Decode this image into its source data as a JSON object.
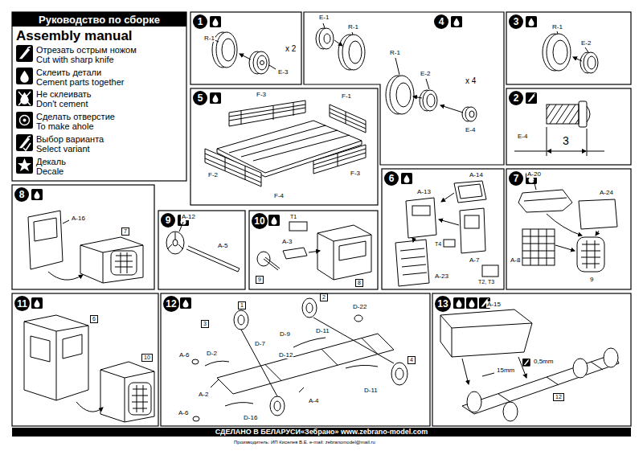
{
  "diagram": {
    "title": "Assembly manual",
    "nodes": [
      {
        "text": [
          "Руководство по сборке"
        ]
      },
      {
        "text": [
          "1"
        ]
      },
      {
        "text": [
          "4"
        ]
      },
      {
        "text": [
          "3"
        ]
      },
      {
        "text": [
          "5"
        ]
      },
      {
        "text": [
          "2"
        ]
      },
      {
        "text": [
          "6"
        ]
      },
      {
        "text": [
          "7"
        ]
      },
      {
        "text": [
          "8"
        ]
      },
      {
        "text": [
          "7"
        ]
      },
      {
        "text": [
          "9"
        ]
      },
      {
        "text": [
          "10"
        ]
      },
      {
        "text": [
          "9"
        ]
      },
      {
        "text": [
          "8"
        ]
      },
      {
        "text": [
          "11"
        ]
      },
      {
        "text": [
          "6"
        ]
      },
      {
        "text": [
          "10"
        ]
      },
      {
        "text": [
          "12"
        ]
      },
      {
        "text": [
          "1"
        ]
      },
      {
        "text": [
          "2"
        ]
      },
      {
        "text": [
          "3"
        ]
      },
      {
        "text": [
          "4"
        ]
      },
      {
        "text": [
          "13"
        ]
      },
      {
        "text": [
          "12"
        ]
      },
      {
        "text": [
          "СДЕЛАНО В БЕЛАРУСИ«Зебрано» www.zebrano-model.com"
        ]
      }
    ],
    "labels": [
      "R-1",
      "E-3",
      "x 2",
      "E-1",
      "R-1",
      "R-1",
      "E-2",
      "x 4",
      "E-4",
      "R-1",
      "E-2",
      "E-4",
      "3",
      "F-3",
      "F-1",
      "F-2",
      "F-4",
      "F-3",
      "A-14",
      "A-13",
      "T4",
      "A-7",
      "A-23",
      "T2, T3",
      "A-20",
      "A-24",
      "A-8",
      "9",
      "A-16",
      "A-12",
      "A-5",
      "T1",
      "A-3",
      "D-22",
      "D-9",
      "D-11",
      "A-6",
      "D-2",
      "D-7",
      "D-12",
      "D-11",
      "A-2",
      "A-4",
      "A-6",
      "D-16",
      "A-15",
      "15mm",
      "0,5mm",
      "Производитель: ИП Киселев В.Е. e-mail: zebranomodel@mail.ru"
    ],
    "legend": [
      {
        "text": "Отрезать острым ножом"
      },
      {
        "text": "Cut with sharp knife"
      },
      {
        "text": "Склеить детали"
      },
      {
        "text": "Cement parts together"
      },
      {
        "text": "Не склеивать"
      },
      {
        "text": "Don't cement"
      },
      {
        "text": "Сделать отверстие"
      },
      {
        "text": "To make ahole"
      },
      {
        "text": "Выбор варианта"
      },
      {
        "text": "Select variant"
      },
      {
        "text": "Декаль"
      },
      {
        "text": "Decale"
      }
    ]
  }
}
